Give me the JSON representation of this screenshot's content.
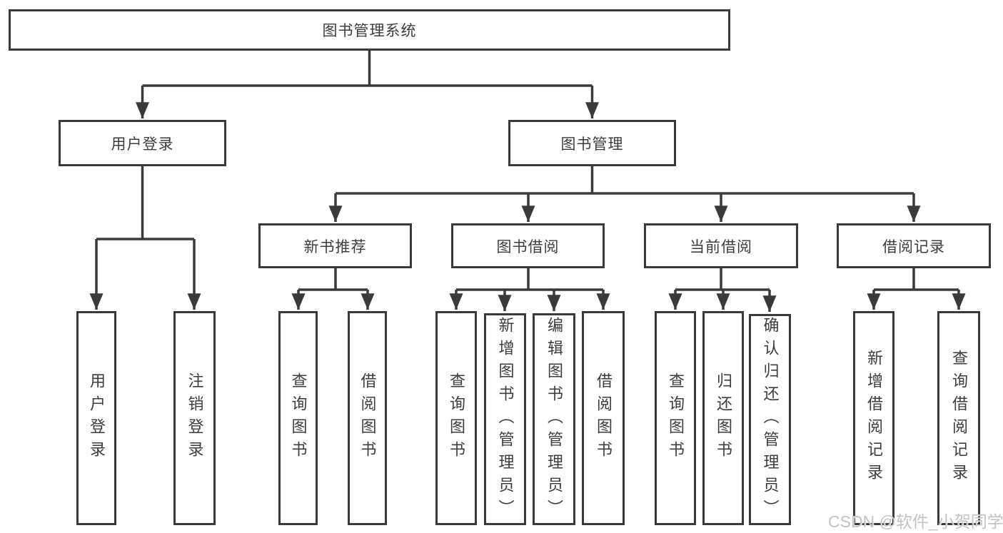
{
  "colors": {
    "line": "#3a3a3a",
    "text": "#3d3d3d",
    "bg": "#ffffff",
    "watermark": "#c3c3c3"
  },
  "root": {
    "label": "图书管理系统"
  },
  "level2": {
    "user_login": {
      "label": "用户登录"
    },
    "book_mgmt": {
      "label": "图书管理"
    }
  },
  "level3": {
    "new_books": {
      "label": "新书推荐"
    },
    "borrowing": {
      "label": "图书借阅"
    },
    "current": {
      "label": "当前借阅"
    },
    "records": {
      "label": "借阅记录"
    }
  },
  "leaves": {
    "user_login": [
      "用户登录",
      "注销登录"
    ],
    "new_books": [
      "查询图书",
      "借阅图书"
    ],
    "borrowing": [
      "查询图书",
      "新增图书（管理员）",
      "编辑图书（管理员）",
      "借阅图书"
    ],
    "current": [
      "查询图书",
      "归还图书",
      "确认归还（管理员）"
    ],
    "records": [
      "新增借阅记录",
      "查询借阅记录"
    ]
  },
  "watermark": "CSDN @软件_小贺同学"
}
